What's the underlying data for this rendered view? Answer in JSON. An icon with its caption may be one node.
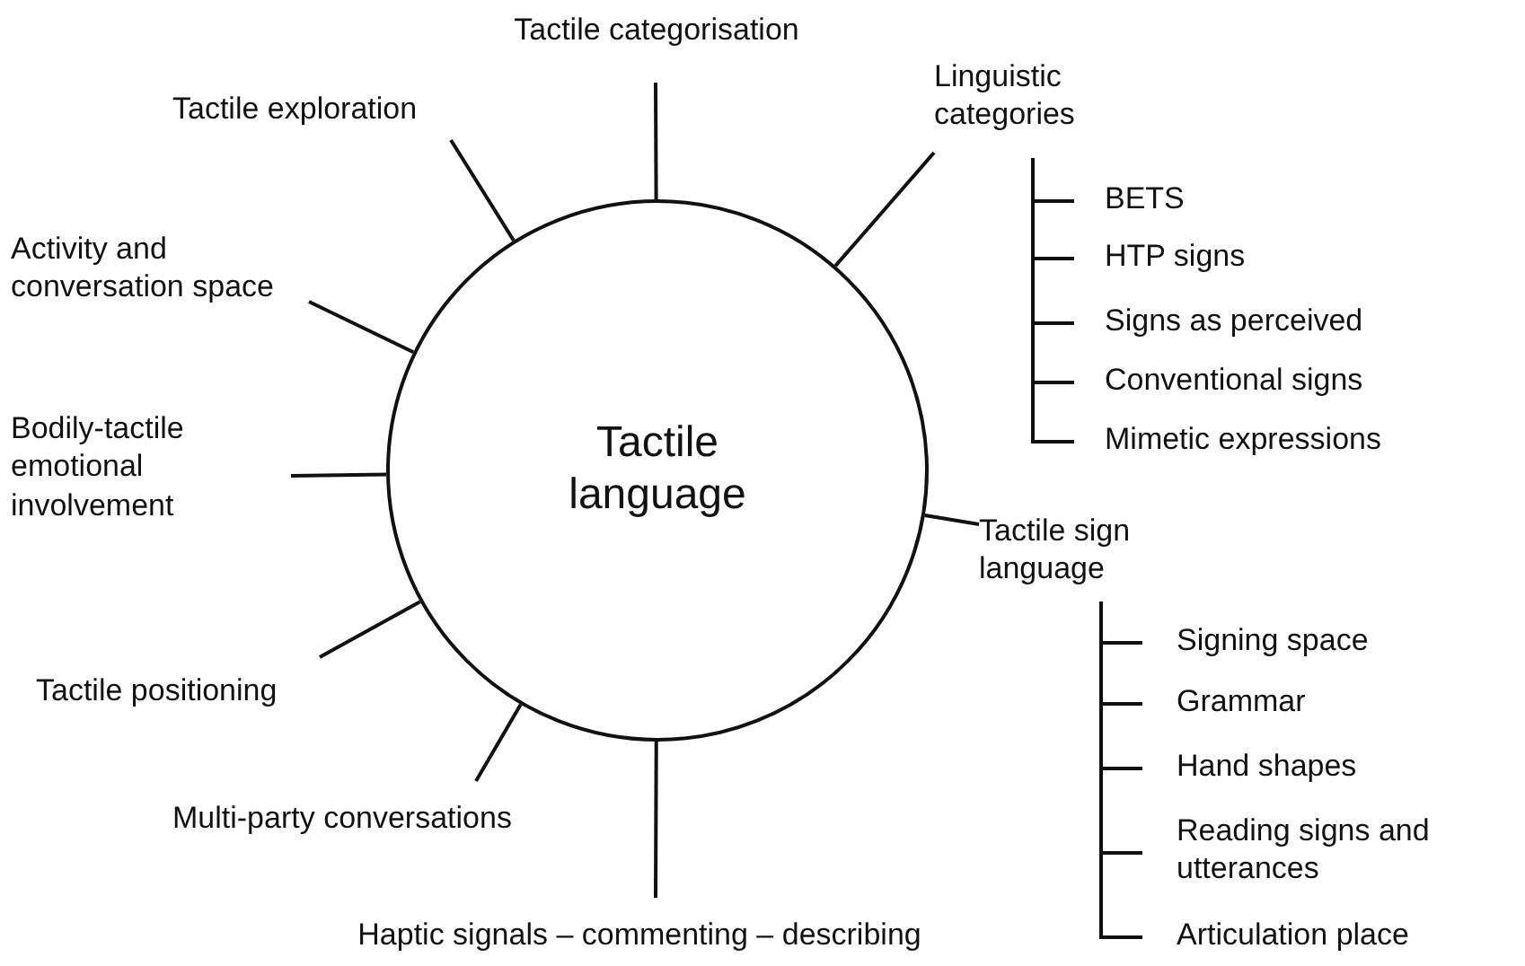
{
  "diagram": {
    "nodes": [
      {
        "text": [
          "Tactile language"
        ]
      },
      {
        "text": [
          "Tactile categorisation"
        ]
      },
      {
        "text": [
          "Linguistic categories"
        ]
      },
      {
        "text": [
          "BETS"
        ]
      },
      {
        "text": [
          "HTP signs"
        ]
      },
      {
        "text": [
          "Signs as perceived"
        ]
      },
      {
        "text": [
          "Conventional signs"
        ]
      },
      {
        "text": [
          "Mimetic expressions"
        ]
      },
      {
        "text": [
          "Tactile sign language"
        ]
      },
      {
        "text": [
          "Signing space"
        ]
      },
      {
        "text": [
          "Grammar"
        ]
      },
      {
        "text": [
          "Hand shapes"
        ]
      },
      {
        "text": [
          "Reading signs and utterances"
        ]
      },
      {
        "text": [
          "Articulation place"
        ]
      },
      {
        "text": [
          "Haptic signals – commenting – describing"
        ]
      },
      {
        "text": [
          "Multi-party conversations"
        ]
      },
      {
        "text": [
          "Tactile positioning"
        ]
      },
      {
        "text": [
          "Bodily-tactile emotional involvement"
        ]
      },
      {
        "text": [
          "Activity and conversation space"
        ]
      },
      {
        "text": [
          "Tactile exploration"
        ]
      }
    ],
    "edges": [
      {
        "from": 0,
        "to": 1,
        "arrow": "none"
      },
      {
        "from": 0,
        "to": 2,
        "arrow": "none"
      },
      {
        "from": 2,
        "to": 3,
        "arrow": "none"
      },
      {
        "from": 2,
        "to": 4,
        "arrow": "none"
      },
      {
        "from": 2,
        "to": 5,
        "arrow": "none"
      },
      {
        "from": 2,
        "to": 6,
        "arrow": "none"
      },
      {
        "from": 2,
        "to": 7,
        "arrow": "none"
      },
      {
        "from": 0,
        "to": 8,
        "arrow": "none"
      },
      {
        "from": 8,
        "to": 9,
        "arrow": "none"
      },
      {
        "from": 8,
        "to": 10,
        "arrow": "none"
      },
      {
        "from": 8,
        "to": 11,
        "arrow": "none"
      },
      {
        "from": 8,
        "to": 12,
        "arrow": "none"
      },
      {
        "from": 8,
        "to": 13,
        "arrow": "none"
      },
      {
        "from": 0,
        "to": 14,
        "arrow": "none"
      },
      {
        "from": 0,
        "to": 15,
        "arrow": "none"
      },
      {
        "from": 0,
        "to": 16,
        "arrow": "none"
      },
      {
        "from": 0,
        "to": 17,
        "arrow": "none"
      },
      {
        "from": 0,
        "to": 18,
        "arrow": "none"
      },
      {
        "from": 0,
        "to": 19,
        "arrow": "none"
      }
    ]
  }
}
